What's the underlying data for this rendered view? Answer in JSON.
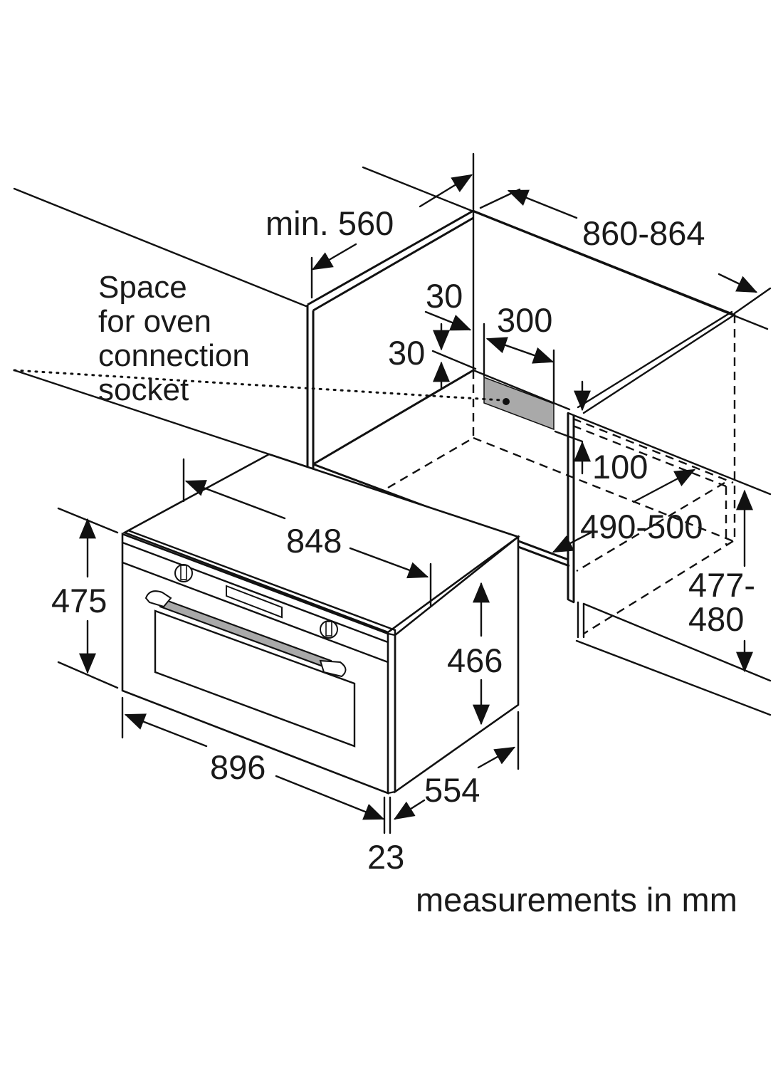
{
  "labels": {
    "niche_depth": "min. 560",
    "niche_width": "860-864",
    "socket_note": [
      "Space",
      "for oven",
      "connection",
      "socket"
    ],
    "socket_offset_top": "30",
    "socket_offset_side": "30",
    "socket_width": "300",
    "socket_height": "100",
    "niche_inner_depth": "490-500",
    "niche_height": [
      "477-",
      "480"
    ],
    "oven_body_width": "848",
    "oven_front_height": "475",
    "oven_body_height": "466",
    "oven_front_width": "896",
    "oven_body_depth": "554",
    "front_panel_thickness": "23",
    "units_note": "measurements in mm"
  },
  "colors": {
    "line": "#111111",
    "socket_fill": "#a9a9a9",
    "handle_fill": "#a9a9a9",
    "background": "#ffffff"
  },
  "icons": {
    "knob_left": "oven-knob-icon",
    "knob_right": "oven-knob-icon"
  }
}
